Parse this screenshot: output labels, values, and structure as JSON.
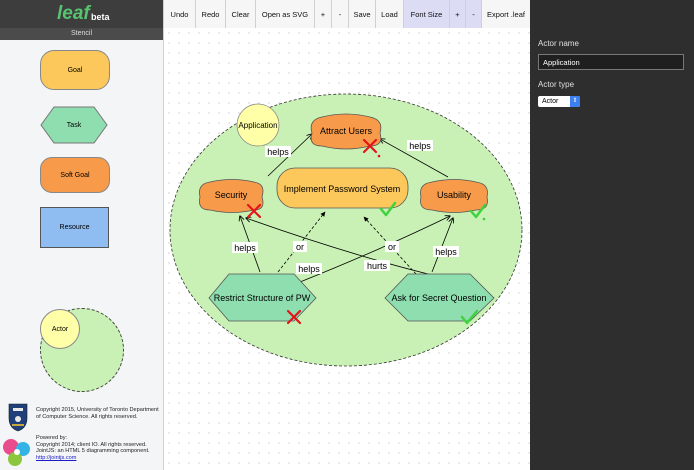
{
  "logo": {
    "name": "leaf",
    "badge": "beta"
  },
  "stencil": {
    "header": "Stencil",
    "goal": "Goal",
    "task": "Task",
    "soft_goal": "Soft Goal",
    "resource": "Resource",
    "actor": "Actor"
  },
  "footer": {
    "copyright": "Copyright 2015, University of Toronto Department of Computer Science. All rights reserved.",
    "powered_by": "Powered by:",
    "joint": "Copyright 2014; client IO. All rights reserved. JointJS: an HTML 5 diagramming component.",
    "link": "http://jointjs.com"
  },
  "toolbar": {
    "undo": "Undo",
    "redo": "Redo",
    "clear": "Clear",
    "open_svg": "Open as SVG",
    "zoom_in": "+",
    "zoom_out": "-",
    "save": "Save",
    "load": "Load",
    "font_size": "Font Size",
    "font_plus": "+",
    "font_minus": "-",
    "export": "Export .leaf"
  },
  "diagram": {
    "actor": "Application",
    "nodes": {
      "attract_users": "Attract Users",
      "implement_password": "Implement Password System",
      "security": "Security",
      "usability": "Usability",
      "restrict": "Restrict Structure of PW",
      "ask_secret": "Ask for Secret Question"
    },
    "links": {
      "helps_security_attract": "helps",
      "helps_usability_attract": "helps",
      "helps_restrict_security": "helps",
      "or_restrict_implement": "or",
      "helps_ask_security": "helps",
      "hurts_restrict_usability": "hurts",
      "or_ask_implement": "or",
      "helps_ask_usability": "helps"
    }
  },
  "inspector": {
    "actor_name_label": "Actor name",
    "actor_name_value": "Application",
    "actor_type_label": "Actor type",
    "actor_type_value": "Actor"
  }
}
